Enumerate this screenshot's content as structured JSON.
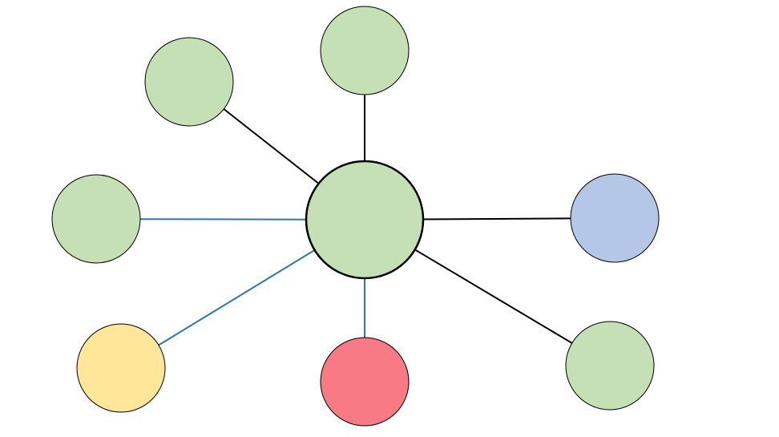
{
  "diagram": {
    "type": "hub-and-spoke",
    "hub": {
      "id": "hub",
      "fill": "#c5e0b4",
      "stroke": "#000000"
    },
    "nodes": [
      {
        "id": "top-left",
        "fill": "#c5e0b4",
        "stroke": "#000000"
      },
      {
        "id": "top",
        "fill": "#c5e0b4",
        "stroke": "#000000"
      },
      {
        "id": "left",
        "fill": "#c5e0b4",
        "stroke": "#000000"
      },
      {
        "id": "right",
        "fill": "#b4c7e7",
        "stroke": "#000000"
      },
      {
        "id": "bottom-left",
        "fill": "#ffe699",
        "stroke": "#000000"
      },
      {
        "id": "bottom",
        "fill": "#f87a84",
        "stroke": "#000000"
      },
      {
        "id": "bottom-right",
        "fill": "#c5e0b4",
        "stroke": "#000000"
      }
    ],
    "edges": [
      {
        "from": "hub",
        "to": "top-left",
        "color": "#000000"
      },
      {
        "from": "hub",
        "to": "top",
        "color": "#000000"
      },
      {
        "from": "hub",
        "to": "left",
        "color": "#2e75b6"
      },
      {
        "from": "hub",
        "to": "right",
        "color": "#000000"
      },
      {
        "from": "hub",
        "to": "bottom-left",
        "color": "#2e75b6"
      },
      {
        "from": "hub",
        "to": "bottom",
        "color": "#2e75b6"
      },
      {
        "from": "hub",
        "to": "bottom-right",
        "color": "#000000"
      }
    ]
  }
}
